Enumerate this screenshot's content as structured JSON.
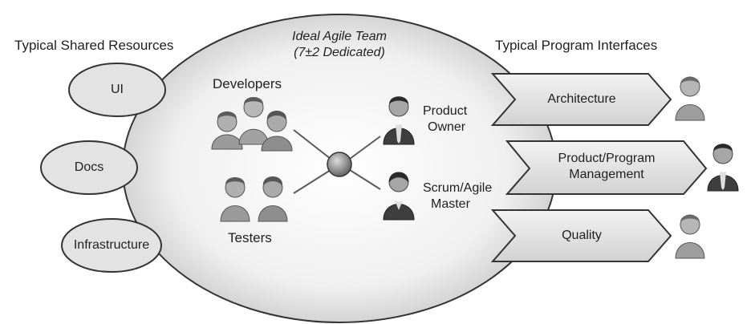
{
  "headers": {
    "left": "Typical Shared Resources",
    "right": "Typical Program Interfaces"
  },
  "team": {
    "title_line1": "Ideal Agile Team",
    "title_line2": "(7±2 Dedicated)",
    "developers_label": "Developers",
    "testers_label": "Testers",
    "product_owner_line1": "Product",
    "product_owner_line2": "Owner",
    "scrum_master_line1": "Scrum/Agile",
    "scrum_master_line2": "Master"
  },
  "shared_resources": [
    "UI",
    "Docs",
    "Infrastructure"
  ],
  "program_interfaces": [
    {
      "line1": "Architecture",
      "line2": ""
    },
    {
      "line1": "Product/Program",
      "line2": "Management"
    },
    {
      "line1": "Quality",
      "line2": ""
    }
  ],
  "colors": {
    "outline": "#333333",
    "team_fill": "#e4e4e4",
    "resource_fill": "#e0e0e0",
    "arrow_fill": "#e2e2e2",
    "person_light": "#9a9a9a",
    "person_dark": "#3a3a3a",
    "line": "#5a5a5a"
  }
}
